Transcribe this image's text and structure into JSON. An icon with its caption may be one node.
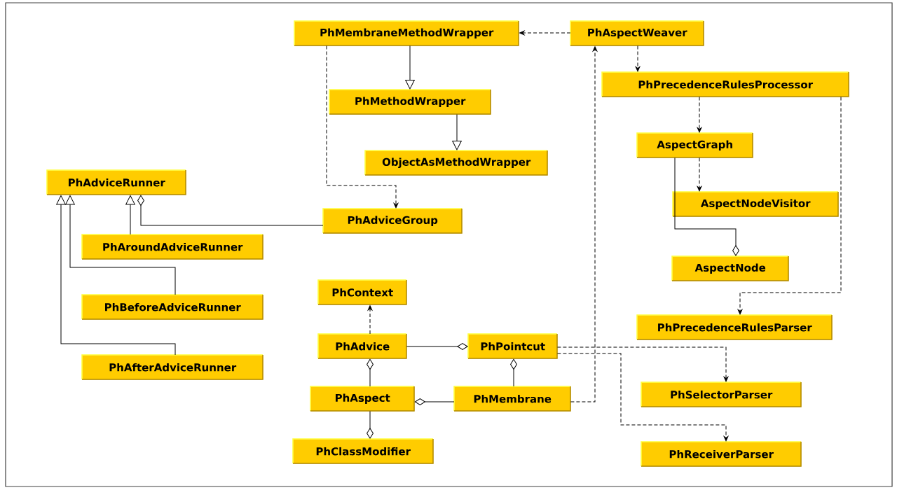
{
  "diagram": {
    "nodes": [
      {
        "text": [
          "PhMembraneMethodWrapper"
        ]
      },
      {
        "text": [
          "PhAspectWeaver"
        ]
      },
      {
        "text": [
          "PhMethodWrapper"
        ]
      },
      {
        "text": [
          "PhPrecedenceRulesProcessor"
        ]
      },
      {
        "text": [
          "AspectGraph"
        ]
      },
      {
        "text": [
          "ObjectAsMethodWrapper"
        ]
      },
      {
        "text": [
          "PhAdviceRunner"
        ]
      },
      {
        "text": [
          "AspectNodeVisitor"
        ]
      },
      {
        "text": [
          "PhAdviceGroup"
        ]
      },
      {
        "text": [
          "PhAroundAdviceRunner"
        ]
      },
      {
        "text": [
          "AspectNode"
        ]
      },
      {
        "text": [
          "PhContext"
        ]
      },
      {
        "text": [
          "PhBeforeAdviceRunner"
        ]
      },
      {
        "text": [
          "PhPrecedenceRulesParser"
        ]
      },
      {
        "text": [
          "PhAdvice"
        ]
      },
      {
        "text": [
          "PhPointcut"
        ]
      },
      {
        "text": [
          "PhAfterAdviceRunner"
        ]
      },
      {
        "text": [
          "PhAspect"
        ]
      },
      {
        "text": [
          "PhMembrane"
        ]
      },
      {
        "text": [
          "PhSelectorParser"
        ]
      },
      {
        "text": [
          "PhClassModifier"
        ]
      },
      {
        "text": [
          "PhReceiverParser"
        ]
      }
    ],
    "edges": [
      {
        "from": 1,
        "to": 0,
        "arrow": "to",
        "style": "dashed"
      },
      {
        "from": 1,
        "to": 3,
        "arrow": "to",
        "style": "dashed"
      },
      {
        "from": 0,
        "to": 2,
        "arrow": "to"
      },
      {
        "from": 2,
        "to": 5,
        "arrow": "to"
      },
      {
        "from": 0,
        "to": 8,
        "arrow": "to",
        "style": "dashed"
      },
      {
        "from": 3,
        "to": 4,
        "arrow": "to",
        "style": "dashed"
      },
      {
        "from": 4,
        "to": 7,
        "arrow": "to",
        "style": "dashed"
      },
      {
        "from": 4,
        "to": 10,
        "arrow": "other"
      },
      {
        "from": 3,
        "to": 13,
        "arrow": "to",
        "style": "dashed"
      },
      {
        "from": 9,
        "to": 6,
        "arrow": "to"
      },
      {
        "from": 12,
        "to": 6,
        "arrow": "to"
      },
      {
        "from": 16,
        "to": 6,
        "arrow": "to"
      },
      {
        "from": 8,
        "to": 6,
        "arrow": "other"
      },
      {
        "from": 14,
        "to": 11,
        "arrow": "to",
        "style": "dashed"
      },
      {
        "from": 14,
        "to": 15,
        "arrow": "other"
      },
      {
        "from": 17,
        "to": 14,
        "arrow": "other"
      },
      {
        "from": 17,
        "to": 20,
        "arrow": "other"
      },
      {
        "from": 18,
        "to": 17,
        "arrow": "other"
      },
      {
        "from": 18,
        "to": 15,
        "arrow": "other"
      },
      {
        "from": 18,
        "to": 1,
        "arrow": "to",
        "style": "dashed"
      },
      {
        "from": 15,
        "to": 19,
        "arrow": "to",
        "style": "dashed"
      },
      {
        "from": 15,
        "to": 21,
        "arrow": "to",
        "style": "dashed"
      }
    ]
  }
}
